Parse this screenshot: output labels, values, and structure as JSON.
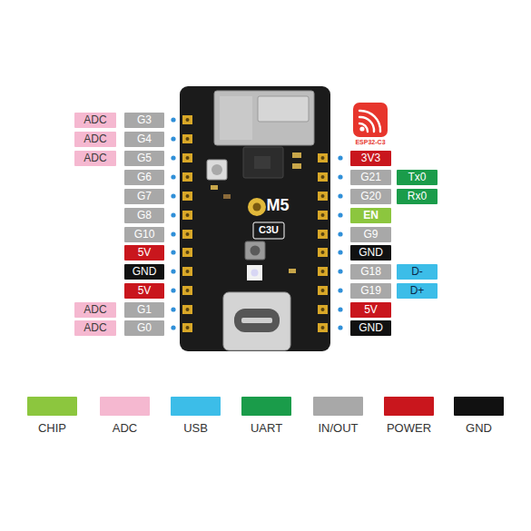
{
  "diagram": {
    "nodes": [
      {
        "text": [
          "ADC"
        ]
      },
      {
        "text": [
          "G3"
        ]
      },
      {
        "text": [
          "ADC"
        ]
      },
      {
        "text": [
          "G4"
        ]
      },
      {
        "text": [
          "ADC"
        ]
      },
      {
        "text": [
          "G5"
        ]
      },
      {
        "text": [
          "3V3"
        ]
      },
      {
        "text": [
          "G6"
        ]
      },
      {
        "text": [
          "G21"
        ]
      },
      {
        "text": [
          "Tx0"
        ]
      },
      {
        "text": [
          "G7"
        ]
      },
      {
        "text": [
          "G20"
        ]
      },
      {
        "text": [
          "Rx0"
        ]
      },
      {
        "text": [
          "G8"
        ]
      },
      {
        "text": [
          "EN"
        ]
      },
      {
        "text": [
          "G10"
        ]
      },
      {
        "text": [
          "G9"
        ]
      },
      {
        "text": [
          "5V"
        ]
      },
      {
        "text": [
          "GND"
        ]
      },
      {
        "text": [
          "GND"
        ]
      },
      {
        "text": [
          "G18"
        ]
      },
      {
        "text": [
          "D-"
        ]
      },
      {
        "text": [
          "5V"
        ]
      },
      {
        "text": [
          "G19"
        ]
      },
      {
        "text": [
          "D+"
        ]
      },
      {
        "text": [
          "ADC"
        ]
      },
      {
        "text": [
          "G1"
        ]
      },
      {
        "text": [
          "5V"
        ]
      },
      {
        "text": [
          "ADC"
        ]
      },
      {
        "text": [
          "G0"
        ]
      },
      {
        "text": [
          "GND"
        ]
      }
    ],
    "labels": [
      "ESP32-C3",
      "M5",
      "C3U"
    ],
    "legend": [
      {
        "text": "CHIP",
        "color": "#8cc63e"
      },
      {
        "text": "ADC",
        "color": "#f5b8d0"
      },
      {
        "text": "USB",
        "color": "#3cbde8"
      },
      {
        "text": "UART",
        "color": "#1a9c4a"
      },
      {
        "text": "IN/OUT",
        "color": "#a8a8a8"
      },
      {
        "text": "POWER",
        "color": "#c9161d"
      },
      {
        "text": "GND",
        "color": "#111111"
      }
    ]
  }
}
